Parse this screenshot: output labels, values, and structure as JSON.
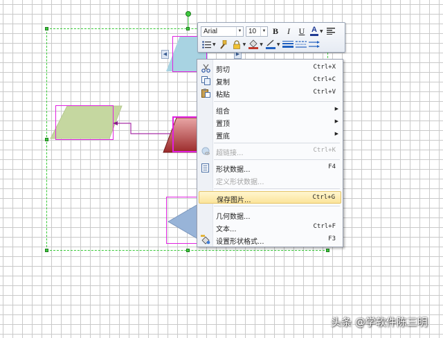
{
  "toolbar": {
    "font_name": "Arial",
    "font_size": "10",
    "bold_label": "B",
    "italic_label": "I",
    "underline_label": "U",
    "font_color_label": "A",
    "icons": [
      "align-icon",
      "bullets-icon",
      "format-painter-icon",
      "lock-icon",
      "fill-color-icon",
      "line-color-icon",
      "line-weight-icon",
      "line-style-icon",
      "arrow-style-icon"
    ]
  },
  "context_menu": {
    "items": [
      {
        "label": "剪切",
        "shortcut": "Ctrl+X",
        "icon": "scissors-icon"
      },
      {
        "label": "复制",
        "shortcut": "Ctrl+C",
        "icon": "copy-icon"
      },
      {
        "label": "粘贴",
        "shortcut": "Ctrl+V",
        "icon": "paste-icon"
      },
      {
        "label": "组合",
        "submenu": true
      },
      {
        "label": "置顶",
        "submenu": true
      },
      {
        "label": "置底",
        "submenu": true
      },
      {
        "label": "超链接...",
        "shortcut": "Ctrl+K",
        "disabled": true,
        "icon": "hyperlink-icon"
      },
      {
        "label": "形状数据...",
        "shortcut": "F4",
        "icon": "shape-data-icon"
      },
      {
        "label": "定义形状数据...",
        "disabled": true
      },
      {
        "label": "保存图片...",
        "shortcut": "Ctrl+G",
        "highlighted": true
      },
      {
        "label": "几何数据..."
      },
      {
        "label": "文本...",
        "shortcut": "Ctrl+F"
      },
      {
        "label": "设置形状格式...",
        "shortcut": "F3",
        "icon": "format-shape-icon"
      }
    ]
  },
  "watermark": "头条 @学软件陈三明",
  "colors": {
    "selection": "#36c936",
    "shape_box": "#e020e0",
    "menu_highlight": "#fbe49b",
    "parallelogram_green": "#c5d7a0",
    "parallelogram_blue": "#a8d3e2",
    "parallelogram_red": "#b94a4a",
    "triangle_blue": "#98b4d8"
  }
}
